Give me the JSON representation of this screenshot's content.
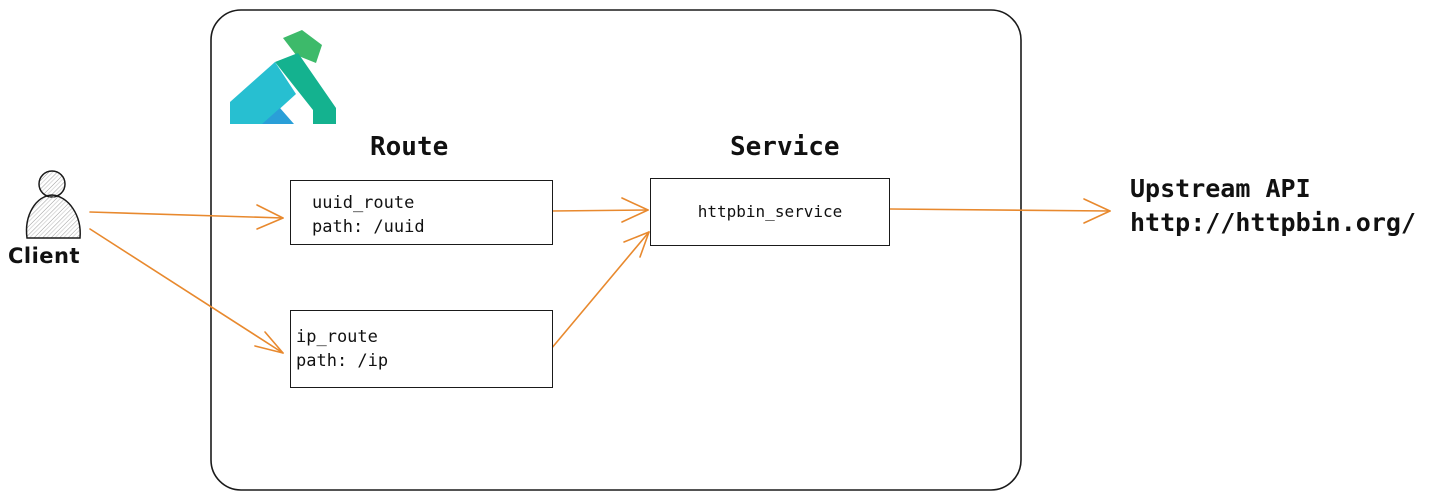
{
  "headings": {
    "route": "Route",
    "service": "Service"
  },
  "routes": {
    "uuid": {
      "name": "uuid_route",
      "path": "path: /uuid"
    },
    "ip": {
      "name": "ip_route",
      "path": "path: /ip"
    }
  },
  "service": {
    "name": "httpbin_service"
  },
  "upstream": {
    "title": "Upstream API",
    "url": "http://httpbin.org/"
  },
  "client": {
    "label": "Client"
  },
  "icons": {
    "gateway_logo": "kong-gorilla-logo-icon",
    "client": "person-icon"
  },
  "colors": {
    "arrow": "#e8892e",
    "logo_green": "#3dba6a",
    "logo_teal": "#1fb8a0",
    "logo_cyan": "#27bfd1",
    "logo_blue": "#2a9fd8",
    "stroke": "#1a1a1a"
  }
}
